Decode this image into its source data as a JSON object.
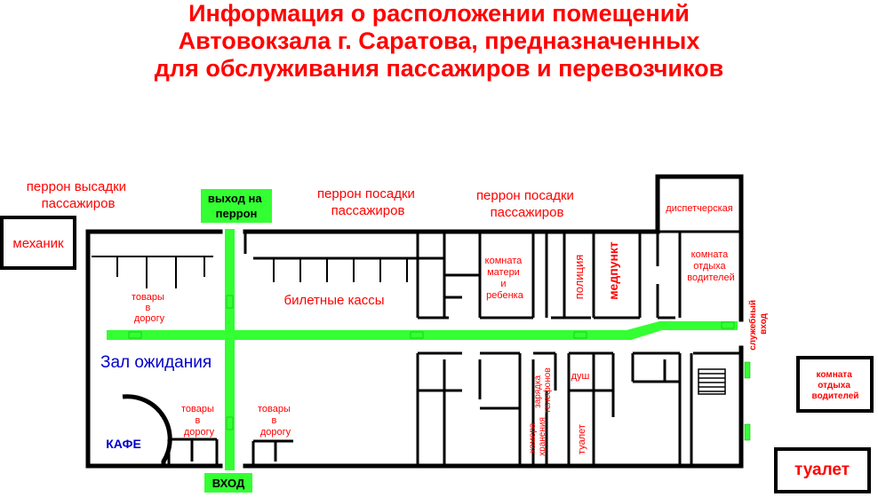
{
  "title": {
    "line1": "Информация о расположении помещений",
    "line2": "Автовокзала г. Саратова, предназначенных",
    "line3": "для обслуживания пассажиров и перевозчиков"
  },
  "colors": {
    "title": "#ff0000",
    "label": "#ff0000",
    "hall": "#0000cc",
    "route": "#33ff33",
    "walls": "#000000"
  },
  "labels": {
    "platform_dropoff": [
      "перрон высадки",
      "пассажиров"
    ],
    "exit_to_platform": [
      "выход на",
      "перрон"
    ],
    "platform_boarding_1": [
      "перрон посадки",
      "пассажиров"
    ],
    "platform_boarding_2": [
      "перрон посадки",
      "пассажиров"
    ],
    "dispatcher": "диспетчерская",
    "mechanic": "механик",
    "mother_child_room": [
      "комната",
      "матери",
      "и",
      "ребенка"
    ],
    "police": "полиция",
    "medical": "медпункт",
    "drivers_rest_inside": [
      "комната",
      "отдыха",
      "водителей"
    ],
    "goods_top": [
      "товары",
      "в",
      "дорогу"
    ],
    "ticket_offices": "билетные кассы",
    "service_entrance": [
      "служебный",
      "вход"
    ],
    "waiting_hall": "Зал ожидания",
    "phone_charging": [
      "зарядка",
      "телефонов"
    ],
    "shower": "душ",
    "drivers_rest_outside": [
      "комната",
      "отдыха",
      "водителей"
    ],
    "goods_bottom_left": [
      "товары",
      "в",
      "дорогу"
    ],
    "goods_bottom_right": [
      "товары",
      "в",
      "дорогу"
    ],
    "cafe": "КАФЕ",
    "storage": [
      "камера",
      "хранения"
    ],
    "toilet_inside": "туалет",
    "toilet_outside": "туалет",
    "entrance": "ВХОД"
  }
}
